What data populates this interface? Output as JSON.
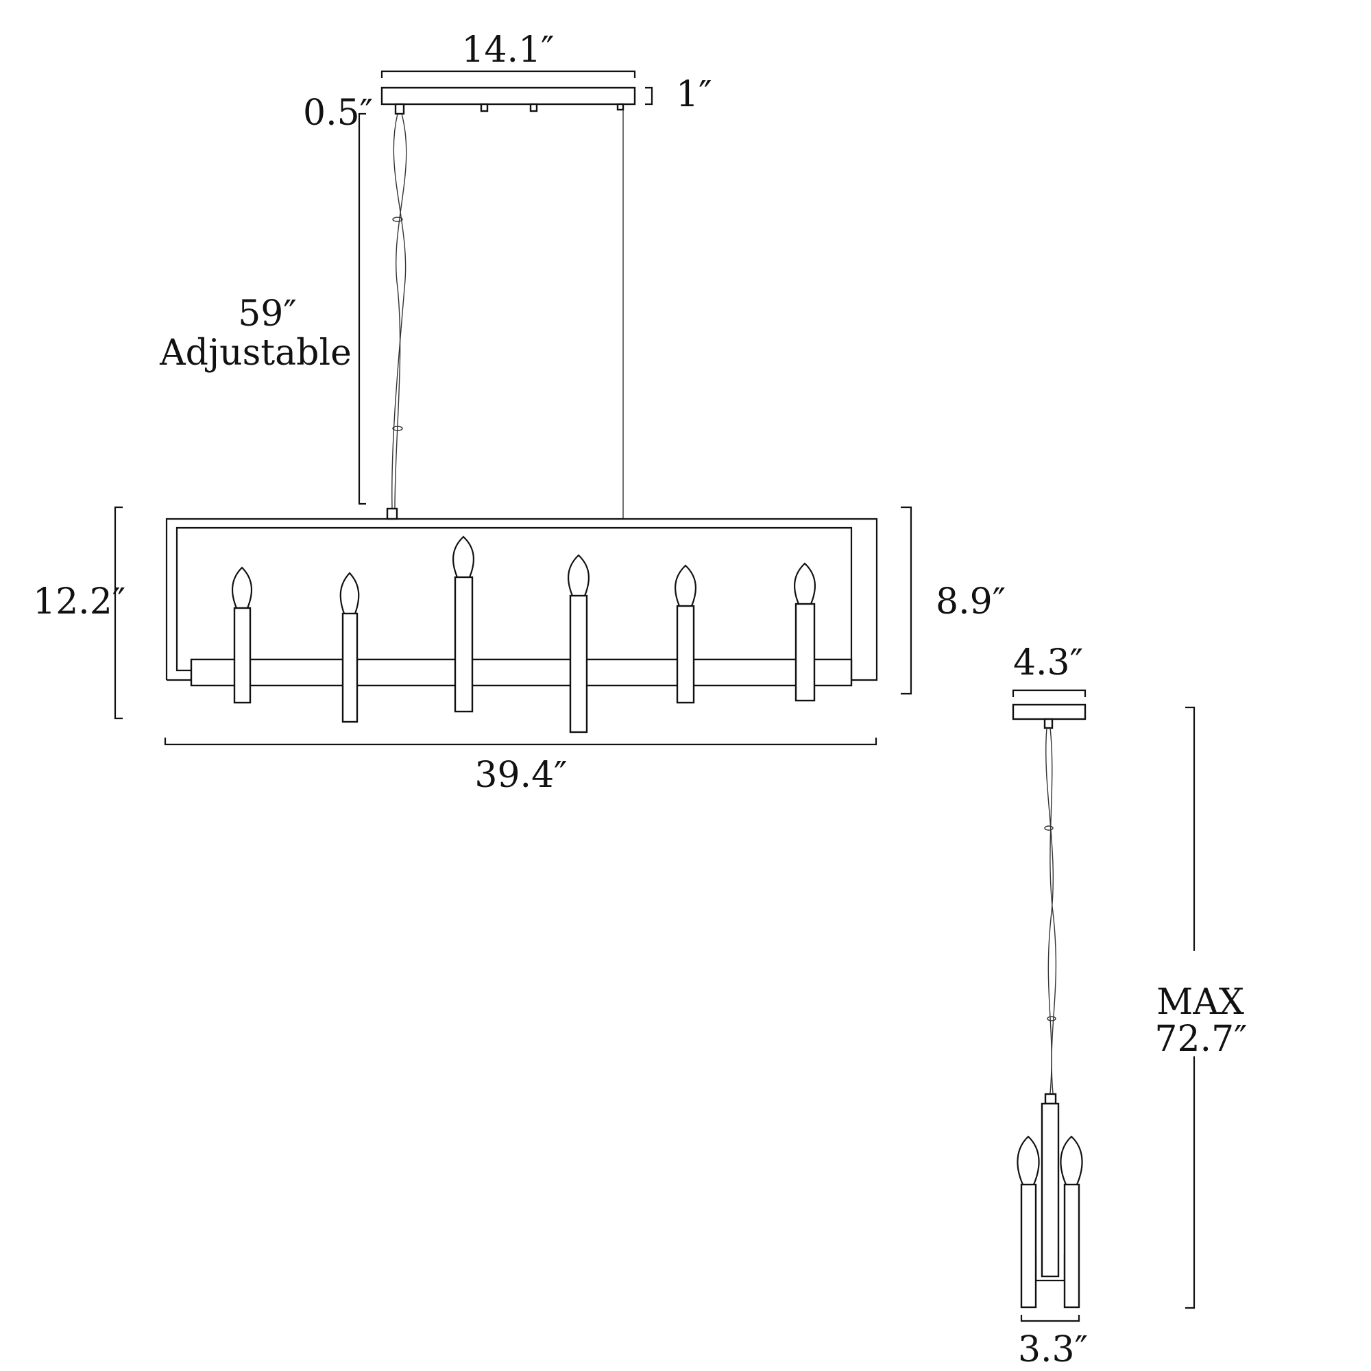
{
  "front_view": {
    "canopy_width": "14.1″",
    "canopy_height": "1″",
    "canopy_gap": "0.5″",
    "drop_value": "59″",
    "drop_note": "Adjustable",
    "overall_height": "12.2″",
    "frame_height": "8.9″",
    "overall_length": "39.4″"
  },
  "side_view": {
    "canopy_width": "4.3″",
    "max_label": "MAX",
    "max_height": "72.7″",
    "body_width": "3.3″"
  }
}
